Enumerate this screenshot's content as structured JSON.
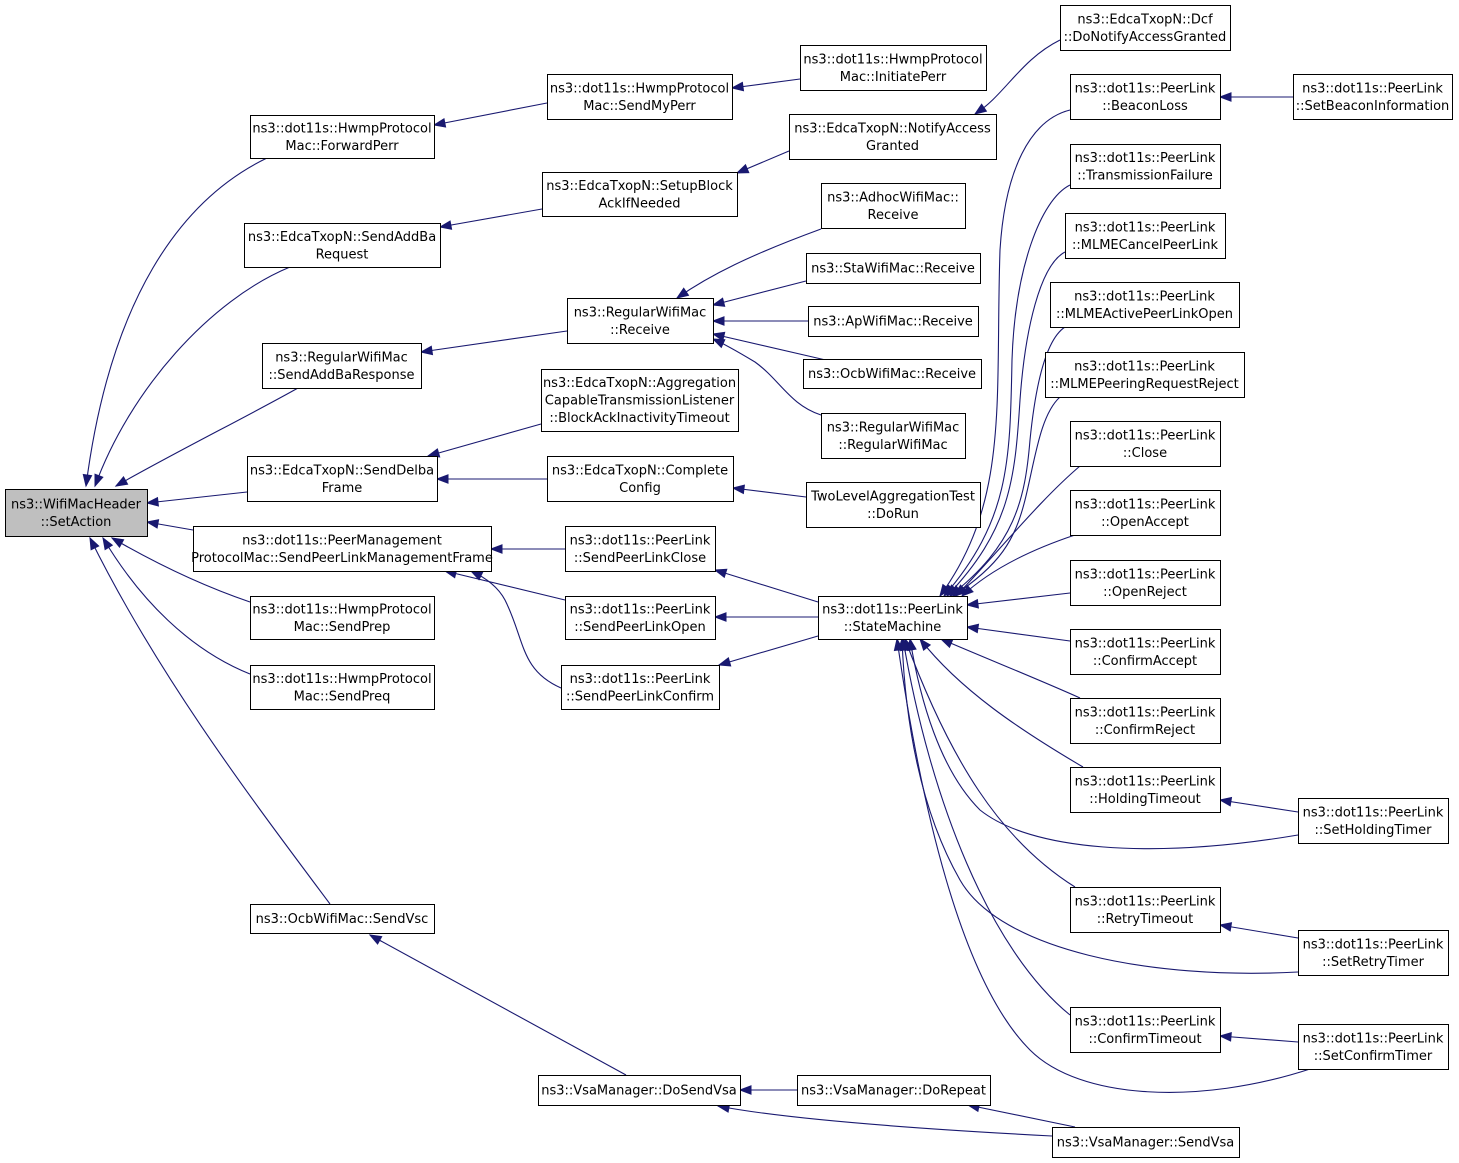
{
  "colors": {
    "edge": "#191970",
    "highlight_fill": "#bfbfbf",
    "node_fill": "#ffffff",
    "node_border": "#000000"
  },
  "nodes": {
    "set_action": [
      "ns3::WifiMacHeader",
      "::SetAction"
    ],
    "forward_perr": [
      "ns3::dot11s::HwmpProtocol",
      "Mac::ForwardPerr"
    ],
    "send_add_ba_request": [
      "ns3::EdcaTxopN::SendAddBa",
      "Request"
    ],
    "send_add_ba_response": [
      "ns3::RegularWifiMac",
      "::SendAddBaResponse"
    ],
    "send_delba_frame": [
      "ns3::EdcaTxopN::SendDelba",
      "Frame"
    ],
    "send_peer_link_mgmt": [
      "ns3::dot11s::PeerManagement",
      "ProtocolMac::SendPeerLinkManagementFrame"
    ],
    "send_prep": [
      "ns3::dot11s::HwmpProtocol",
      "Mac::SendPrep"
    ],
    "send_preq": [
      "ns3::dot11s::HwmpProtocol",
      "Mac::SendPreq"
    ],
    "ocb_send_vsc": [
      "ns3::OcbWifiMac::SendVsc"
    ],
    "send_my_perr": [
      "ns3::dot11s::HwmpProtocol",
      "Mac::SendMyPerr"
    ],
    "setup_block_ack": [
      "ns3::EdcaTxopN::SetupBlock",
      "AckIfNeeded"
    ],
    "regular_receive": [
      "ns3::RegularWifiMac",
      "::Receive"
    ],
    "block_ack_inactivity": [
      "ns3::EdcaTxopN::Aggregation",
      "CapableTransmissionListener",
      "::BlockAckInactivityTimeout"
    ],
    "complete_config": [
      "ns3::EdcaTxopN::Complete",
      "Config"
    ],
    "send_peer_link_close": [
      "ns3::dot11s::PeerLink",
      "::SendPeerLinkClose"
    ],
    "send_peer_link_open": [
      "ns3::dot11s::PeerLink",
      "::SendPeerLinkOpen"
    ],
    "send_peer_link_confirm": [
      "ns3::dot11s::PeerLink",
      "::SendPeerLinkConfirm"
    ],
    "do_send_vsa": [
      "ns3::VsaManager::DoSendVsa"
    ],
    "initiate_perr": [
      "ns3::dot11s::HwmpProtocol",
      "Mac::InitiatePerr"
    ],
    "notify_access_granted": [
      "ns3::EdcaTxopN::NotifyAccess",
      "Granted"
    ],
    "adhoc_receive": [
      "ns3::AdhocWifiMac::",
      "Receive"
    ],
    "sta_receive": [
      "ns3::StaWifiMac::Receive"
    ],
    "ap_receive": [
      "ns3::ApWifiMac::Receive"
    ],
    "ocb_receive": [
      "ns3::OcbWifiMac::Receive"
    ],
    "regular_ctor": [
      "ns3::RegularWifiMac",
      "::RegularWifiMac"
    ],
    "two_level_test": [
      "TwoLevelAggregationTest",
      "::DoRun"
    ],
    "state_machine": [
      "ns3::dot11s::PeerLink",
      "::StateMachine"
    ],
    "do_repeat": [
      "ns3::VsaManager::DoRepeat"
    ],
    "send_vsa": [
      "ns3::VsaManager::SendVsa"
    ],
    "dcf_notify": [
      "ns3::EdcaTxopN::Dcf",
      "::DoNotifyAccessGranted"
    ],
    "beacon_loss": [
      "ns3::dot11s::PeerLink",
      "::BeaconLoss"
    ],
    "transmission_failure": [
      "ns3::dot11s::PeerLink",
      "::TransmissionFailure"
    ],
    "mlme_cancel": [
      "ns3::dot11s::PeerLink",
      "::MLMECancelPeerLink"
    ],
    "mlme_active_open": [
      "ns3::dot11s::PeerLink",
      "::MLMEActivePeerLinkOpen"
    ],
    "mlme_peering_reject": [
      "ns3::dot11s::PeerLink",
      "::MLMEPeeringRequestReject"
    ],
    "close": [
      "ns3::dot11s::PeerLink",
      "::Close"
    ],
    "open_accept": [
      "ns3::dot11s::PeerLink",
      "::OpenAccept"
    ],
    "open_reject": [
      "ns3::dot11s::PeerLink",
      "::OpenReject"
    ],
    "confirm_accept": [
      "ns3::dot11s::PeerLink",
      "::ConfirmAccept"
    ],
    "confirm_reject": [
      "ns3::dot11s::PeerLink",
      "::ConfirmReject"
    ],
    "holding_timeout": [
      "ns3::dot11s::PeerLink",
      "::HoldingTimeout"
    ],
    "retry_timeout": [
      "ns3::dot11s::PeerLink",
      "::RetryTimeout"
    ],
    "confirm_timeout": [
      "ns3::dot11s::PeerLink",
      "::ConfirmTimeout"
    ],
    "set_beacon_info": [
      "ns3::dot11s::PeerLink",
      "::SetBeaconInformation"
    ],
    "set_holding_timer": [
      "ns3::dot11s::PeerLink",
      "::SetHoldingTimer"
    ],
    "set_retry_timer": [
      "ns3::dot11s::PeerLink",
      "::SetRetryTimer"
    ],
    "set_confirm_timer": [
      "ns3::dot11s::PeerLink",
      "::SetConfirmTimer"
    ]
  }
}
